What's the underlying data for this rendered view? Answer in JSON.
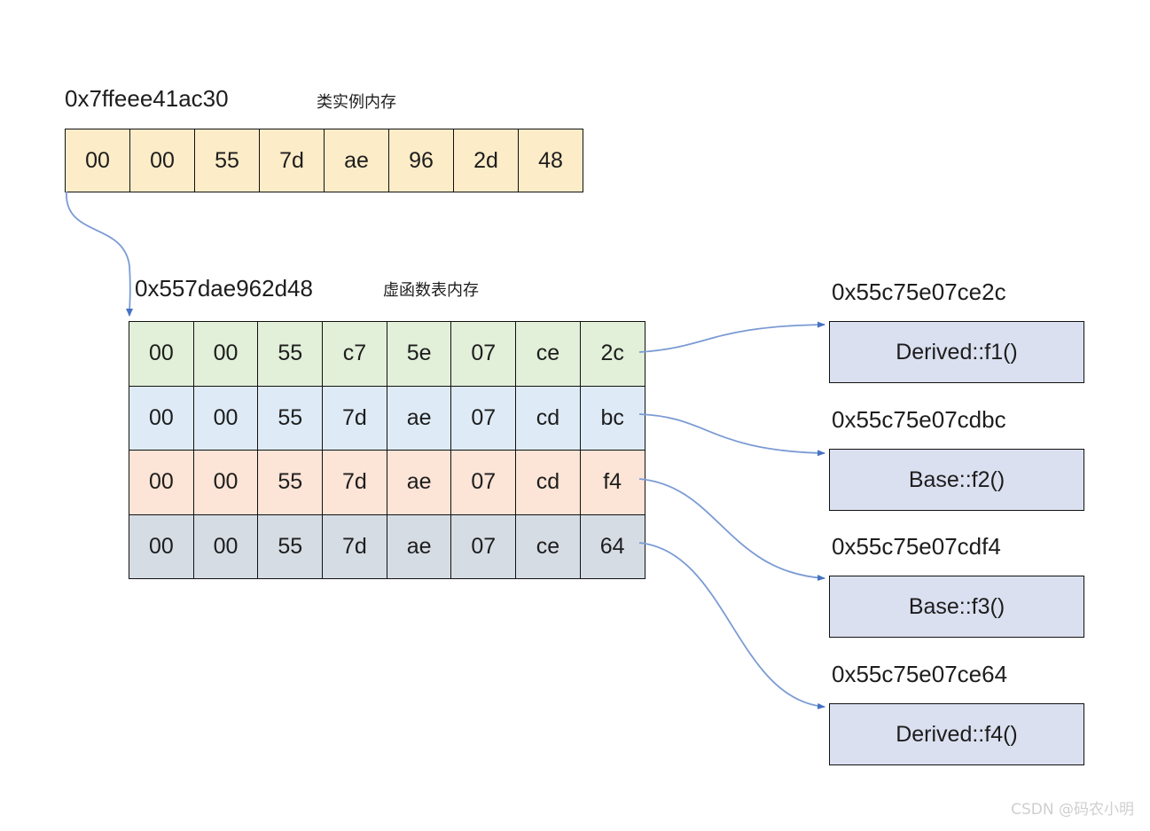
{
  "diagram": {
    "watermark": "CSDN @码农小明",
    "accent_color": "#4472c4",
    "instance_memory": {
      "address": "0x7ffeee41ac30",
      "caption": "类实例内存",
      "fill_color": "#fdecc8",
      "bytes": [
        "00",
        "00",
        "55",
        "7d",
        "ae",
        "96",
        "2d",
        "48"
      ]
    },
    "vtable_memory": {
      "address": "0x557dae962d48",
      "caption": "虚函数表内存",
      "rows": [
        {
          "fill_color": "#e2efd9",
          "bytes": [
            "00",
            "00",
            "55",
            "c7",
            "5e",
            "07",
            "ce",
            "2c"
          ]
        },
        {
          "fill_color": "#deebf6",
          "bytes": [
            "00",
            "00",
            "55",
            "7d",
            "ae",
            "07",
            "cd",
            "bc"
          ]
        },
        {
          "fill_color": "#fce4d6",
          "bytes": [
            "00",
            "00",
            "55",
            "7d",
            "ae",
            "07",
            "cd",
            "f4"
          ]
        },
        {
          "fill_color": "#d6dce4",
          "bytes": [
            "00",
            "00",
            "55",
            "7d",
            "ae",
            "07",
            "ce",
            "64"
          ]
        }
      ]
    },
    "functions": [
      {
        "address": "0x55c75e07ce2c",
        "name": "Derived::f1()",
        "fill_color": "#dbe0f0"
      },
      {
        "address": "0x55c75e07cdbc",
        "name": "Base::f2()",
        "fill_color": "#dbe0f0"
      },
      {
        "address": "0x55c75e07cdf4",
        "name": "Base::f3()",
        "fill_color": "#dbe0f0"
      },
      {
        "address": "0x55c75e07ce64",
        "name": "Derived::f4()",
        "fill_color": "#dbe0f0"
      }
    ]
  }
}
